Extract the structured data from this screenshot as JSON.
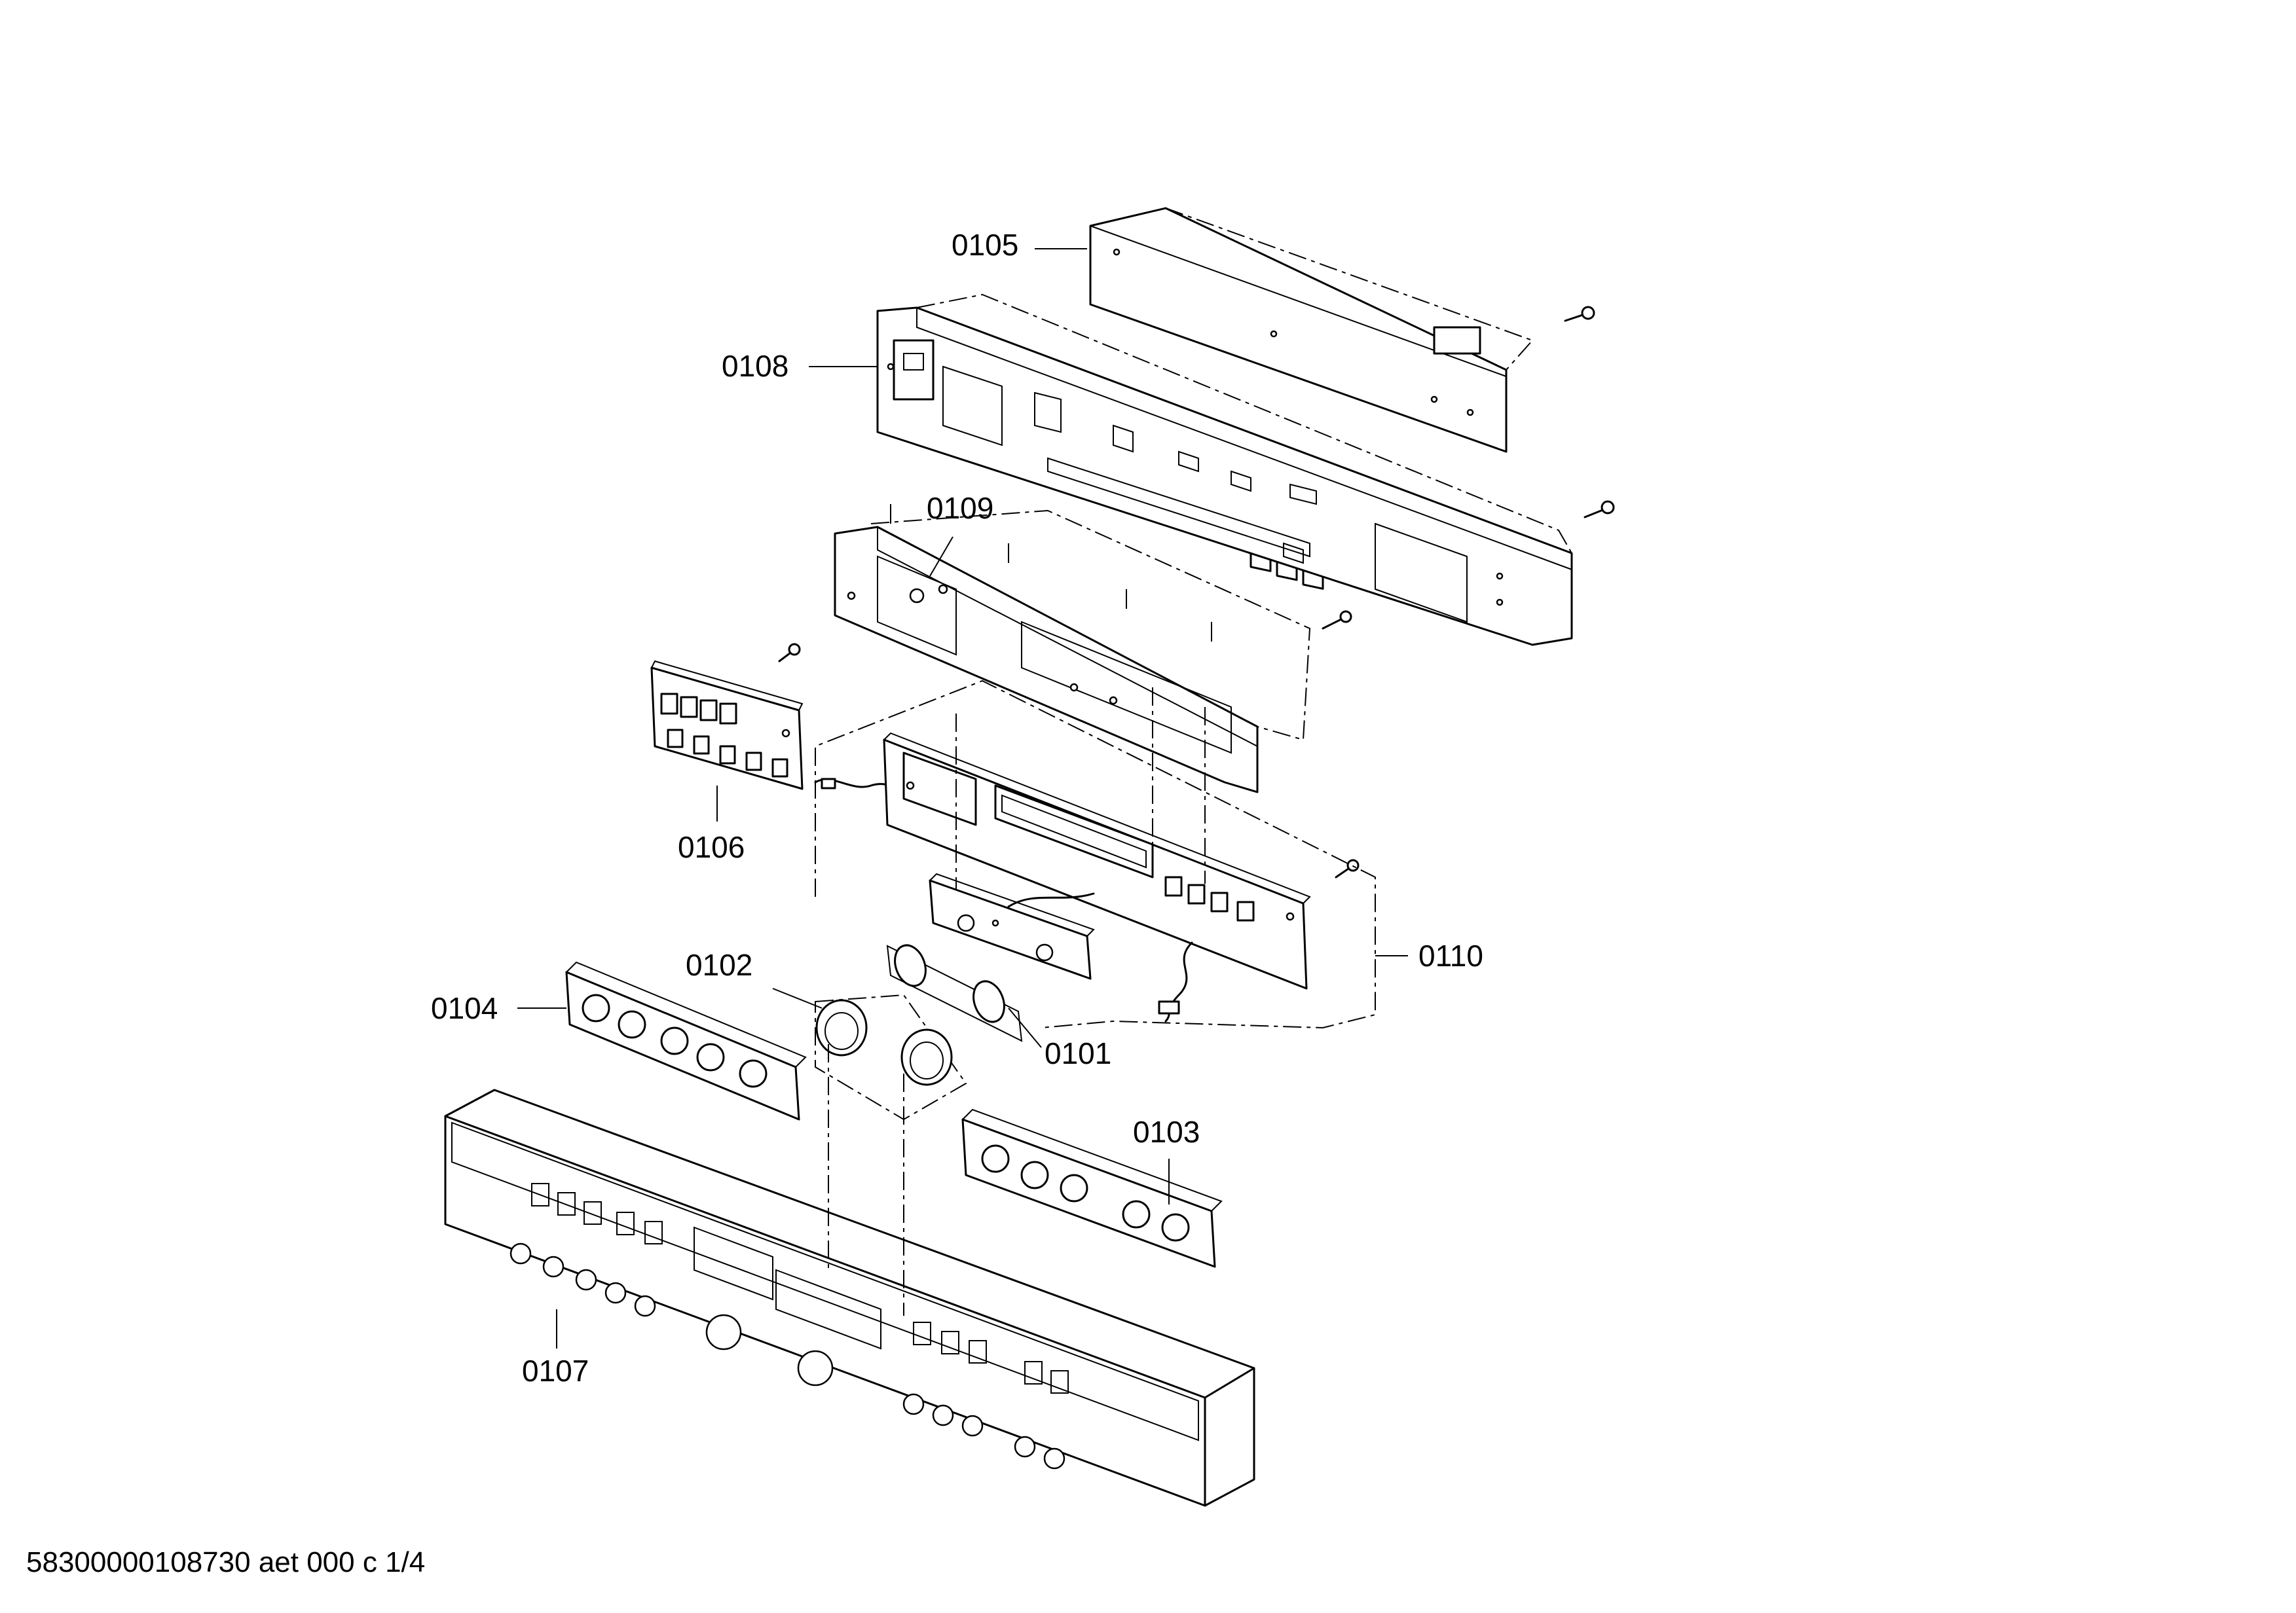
{
  "labels": {
    "p0105": "0105",
    "p0108": "0108",
    "p0109": "0109",
    "p0106": "0106",
    "p0110": "0110",
    "p0102": "0102",
    "p0104": "0104",
    "p0101": "0101",
    "p0103": "0103",
    "p0107": "0107"
  },
  "footer": "58300000108730 aet 000 c 1/4"
}
